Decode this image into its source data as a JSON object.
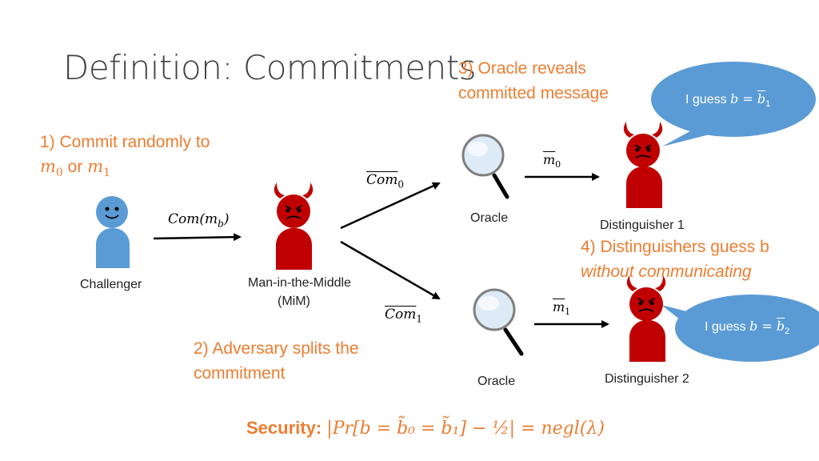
{
  "title": "Definition: Commitments",
  "steps": {
    "step1_line1": "1) Commit randomly to",
    "step1_m0": "m",
    "step1_m0_sub": "0",
    "step1_or": " or ",
    "step1_m1": "m",
    "step1_m1_sub": "1",
    "step2_line1": "2) Adversary splits the",
    "step2_line2": "commitment",
    "step3_line1": "3) Oracle reveals",
    "step3_line2": "committed message",
    "step4_line1": "4) Distinguishers guess b",
    "step4_line2": "without communicating"
  },
  "actors": {
    "challenger": "Challenger",
    "mim_line1": "Man-in-the-Middle",
    "mim_line2": "(MiM)",
    "oracle1": "Oracle",
    "oracle2": "Oracle",
    "dist1": "Distinguisher 1",
    "dist2": "Distinguisher 2"
  },
  "messages": {
    "com_mb": "Com(m",
    "com_mb_sub": "b",
    "com_mb_close": ")",
    "com0": "Com",
    "com0_sub": "0",
    "com1": "Com",
    "com1_sub": "1",
    "m0": "m",
    "m0_sub": "0",
    "m1": "m",
    "m1_sub": "1"
  },
  "bubbles": {
    "guess1_prefix": "I guess ",
    "guess1_var": "b = ",
    "guess1_val": "b",
    "guess1_sub": "1",
    "guess2_prefix": "I guess ",
    "guess2_var": "b = ",
    "guess2_val": "b",
    "guess2_sub": "2"
  },
  "security": {
    "label": "Security:",
    "formula": "|Pr[b = b̃₀ = b̃₁] − ½| = negl(λ)"
  },
  "colors": {
    "orange": "#ED7D31",
    "red_figure": "#C00000",
    "blue_figure": "#5B9BD5",
    "bubble": "#5B9BD5"
  },
  "icons": [
    "smiley-person-icon",
    "devil-person-icon",
    "magnifier-icon",
    "speech-bubble-icon",
    "arrow-icon"
  ]
}
